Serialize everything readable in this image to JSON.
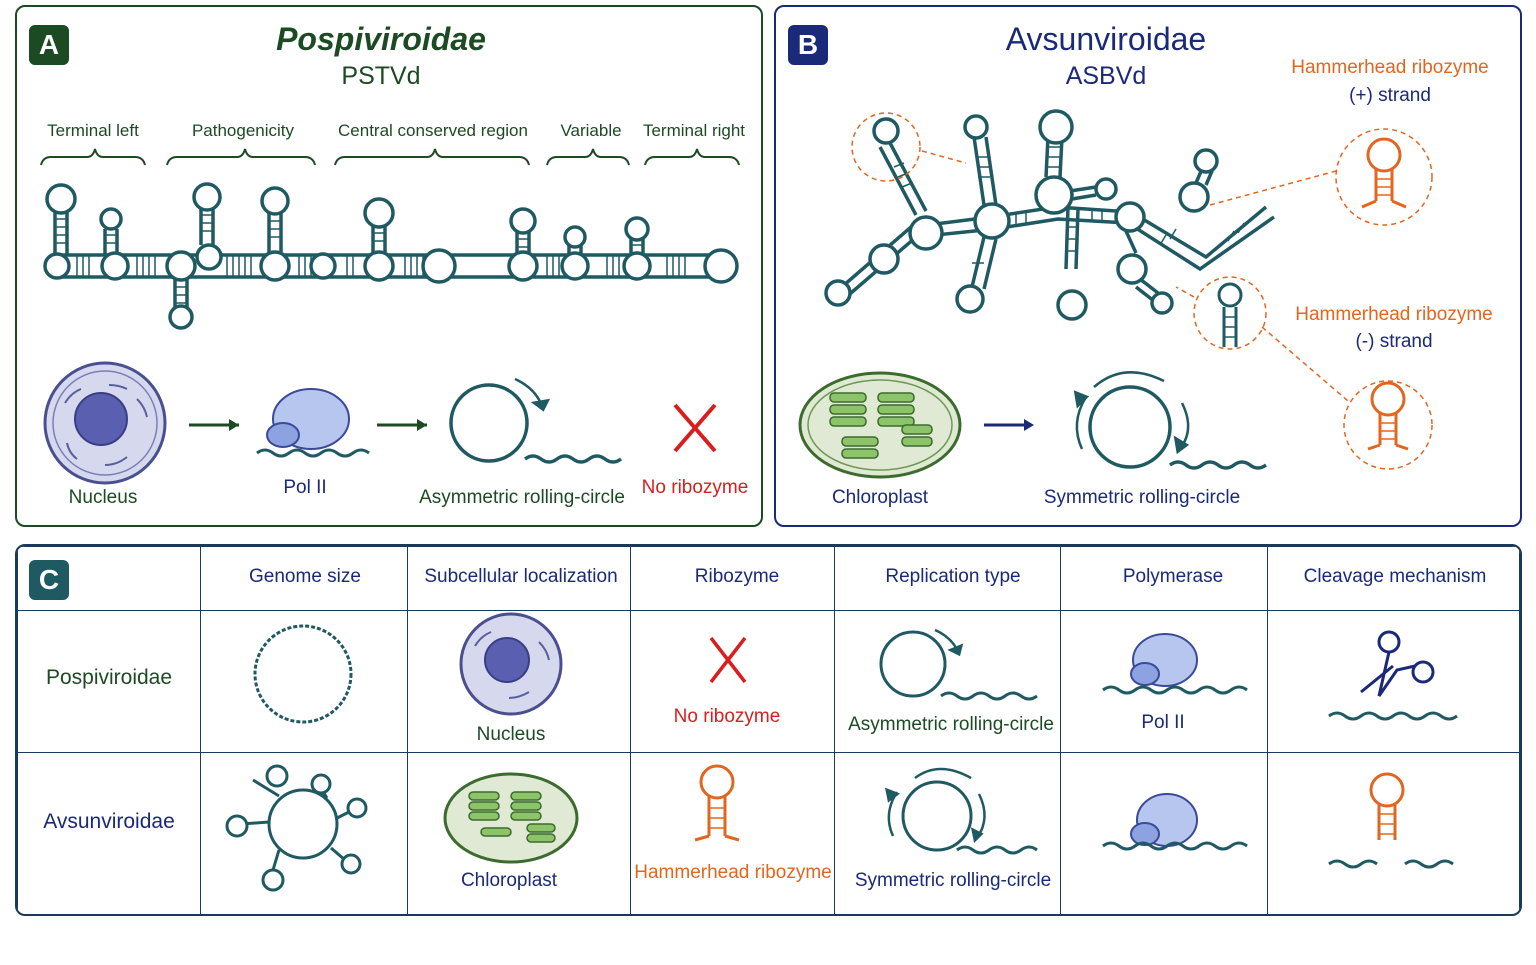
{
  "panel_a": {
    "badge": "A",
    "family": "Pospiviroidae",
    "species": "PSTVd",
    "regions": [
      "Terminal left",
      "Pathogenicity",
      "Central conserved region",
      "Variable",
      "Terminal right"
    ],
    "nucleus_label": "Nucleus",
    "polymerase_label": "Pol II",
    "replication_label": "Asymmetric rolling-circle",
    "ribozyme_label": "No ribozyme"
  },
  "panel_b": {
    "badge": "B",
    "family": "Avsunviroidae",
    "species": "ASBVd",
    "ribozyme_plus": [
      "Hammerhead ribozyme",
      "(+) strand"
    ],
    "ribozyme_minus": [
      "Hammerhead ribozyme",
      "(-) strand"
    ],
    "chloroplast_label": "Chloroplast",
    "replication_label": "Symmetric rolling-circle"
  },
  "panel_c": {
    "badge": "C",
    "headers": [
      "Genome size",
      "Subcellular localization",
      "Ribozyme",
      "Replication type",
      "Polymerase",
      "Cleavage mechanism"
    ],
    "rows": [
      {
        "name": "Pospiviroidae",
        "localization": "Nucleus",
        "ribozyme": "No ribozyme",
        "replication": "Asymmetric rolling-circle",
        "polymerase": "Pol II"
      },
      {
        "name": "Avsunviroidae",
        "localization": "Chloroplast",
        "ribozyme": "Hammerhead ribozyme",
        "replication": "Symmetric rolling-circle",
        "polymerase": ""
      }
    ]
  },
  "colors": {
    "green_dark": "#1c4a22",
    "navy": "#1a2a78",
    "teal": "#1f5a63",
    "orange": "#e2661f",
    "red": "#d81e1e",
    "badge_c": "#1f5a63"
  }
}
